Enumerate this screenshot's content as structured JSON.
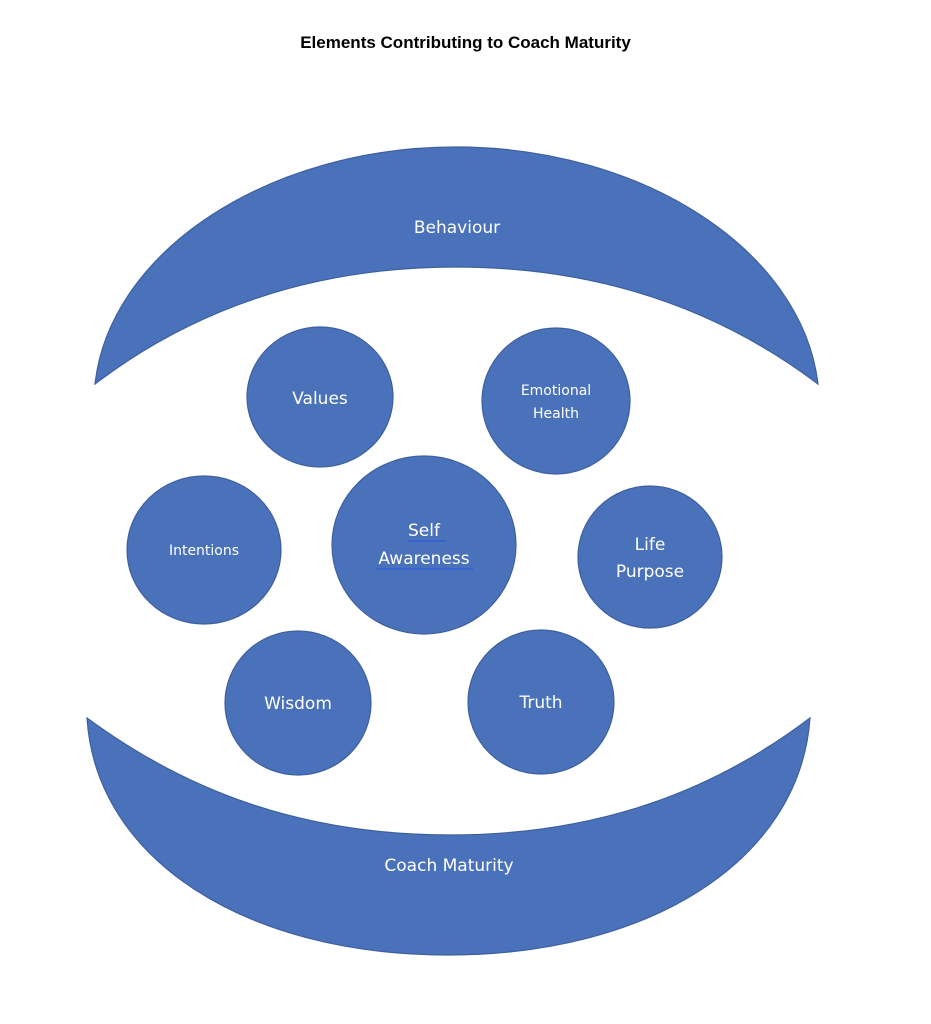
{
  "title": "Elements Contributing to Coach Maturity",
  "colors": {
    "fill": "#4A72BB",
    "stroke": "#3E5F9E",
    "label": "#FFFFFF",
    "spellcheck_underline": "#2E5FD8"
  },
  "arcs": {
    "top": {
      "label": "Behaviour"
    },
    "bottom": {
      "label": "Coach Maturity"
    }
  },
  "circles": [
    {
      "id": "values",
      "lines": [
        "Values"
      ]
    },
    {
      "id": "emotional-health",
      "lines": [
        "Emotional",
        "Health"
      ]
    },
    {
      "id": "intentions",
      "lines": [
        "Intentions"
      ]
    },
    {
      "id": "self-awareness",
      "lines": [
        "Self",
        "Awareness"
      ]
    },
    {
      "id": "life-purpose",
      "lines": [
        "Life",
        "Purpose"
      ]
    },
    {
      "id": "wisdom",
      "lines": [
        "Wisdom"
      ]
    },
    {
      "id": "truth",
      "lines": [
        "Truth"
      ]
    }
  ]
}
